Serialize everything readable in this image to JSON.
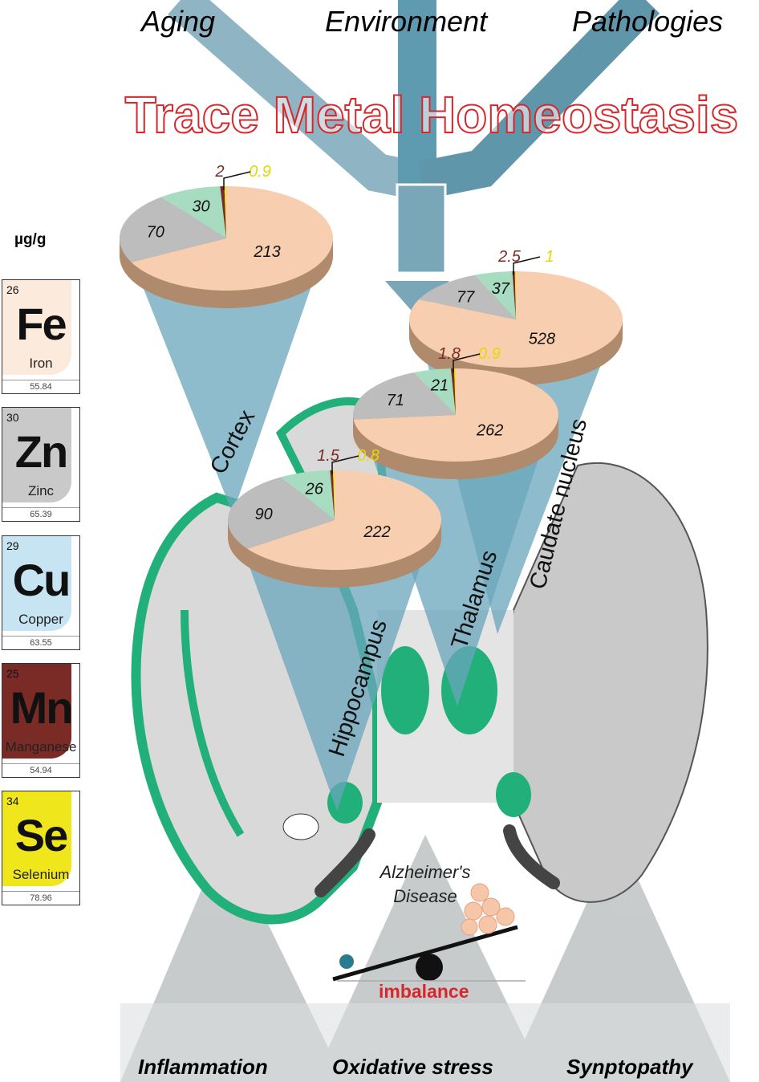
{
  "header": {
    "sources": [
      "Aging",
      "Environment",
      "Pathologies"
    ],
    "title": "Trace Metal Homeostasis"
  },
  "units": "µg/g",
  "elements": [
    {
      "number": "26",
      "symbol": "Fe",
      "name": "Iron",
      "weight": "55.84",
      "color": "#fcebdc",
      "text": "#111"
    },
    {
      "number": "30",
      "symbol": "Zn",
      "name": "Zinc",
      "weight": "65.39",
      "color": "#c9c9c9",
      "text": "#111"
    },
    {
      "number": "29",
      "symbol": "Cu",
      "name": "Copper",
      "weight": "63.55",
      "color": "#c6e4f1",
      "text": "#111"
    },
    {
      "number": "25",
      "symbol": "Mn",
      "name": "Manganese",
      "weight": "54.94",
      "color": "#7b2b26",
      "text": "#111"
    },
    {
      "number": "34",
      "symbol": "Se",
      "name": "Selenium",
      "weight": "78.96",
      "color": "#f0e61c",
      "text": "#111"
    }
  ],
  "slice_colors": {
    "Fe": "#f7cfb0",
    "Zn": "#bdbdbd",
    "Cu": "#a8dcc0",
    "Mn": "#7b2b26",
    "Se": "#efe21b"
  },
  "regions": [
    {
      "name": "Cortex",
      "values": {
        "Fe": "213",
        "Zn": "70",
        "Cu": "30",
        "Mn": "2",
        "Se": "0.9"
      }
    },
    {
      "name": "Caudate nucleus",
      "values": {
        "Fe": "528",
        "Zn": "77",
        "Cu": "37",
        "Mn": "2.5",
        "Se": "1"
      }
    },
    {
      "name": "Thalamus",
      "values": {
        "Fe": "262",
        "Zn": "71",
        "Cu": "21",
        "Mn": "1.8",
        "Se": "0.9"
      }
    },
    {
      "name": "Hippocampus",
      "values": {
        "Fe": "222",
        "Zn": "90",
        "Cu": "26",
        "Mn": "1.5",
        "Se": "0.8"
      }
    }
  ],
  "disease": {
    "label": "Alzheimer's Disease",
    "state": "imbalance"
  },
  "outcomes": [
    "Inflammation",
    "Oxidative stress",
    "Synptopathy"
  ]
}
